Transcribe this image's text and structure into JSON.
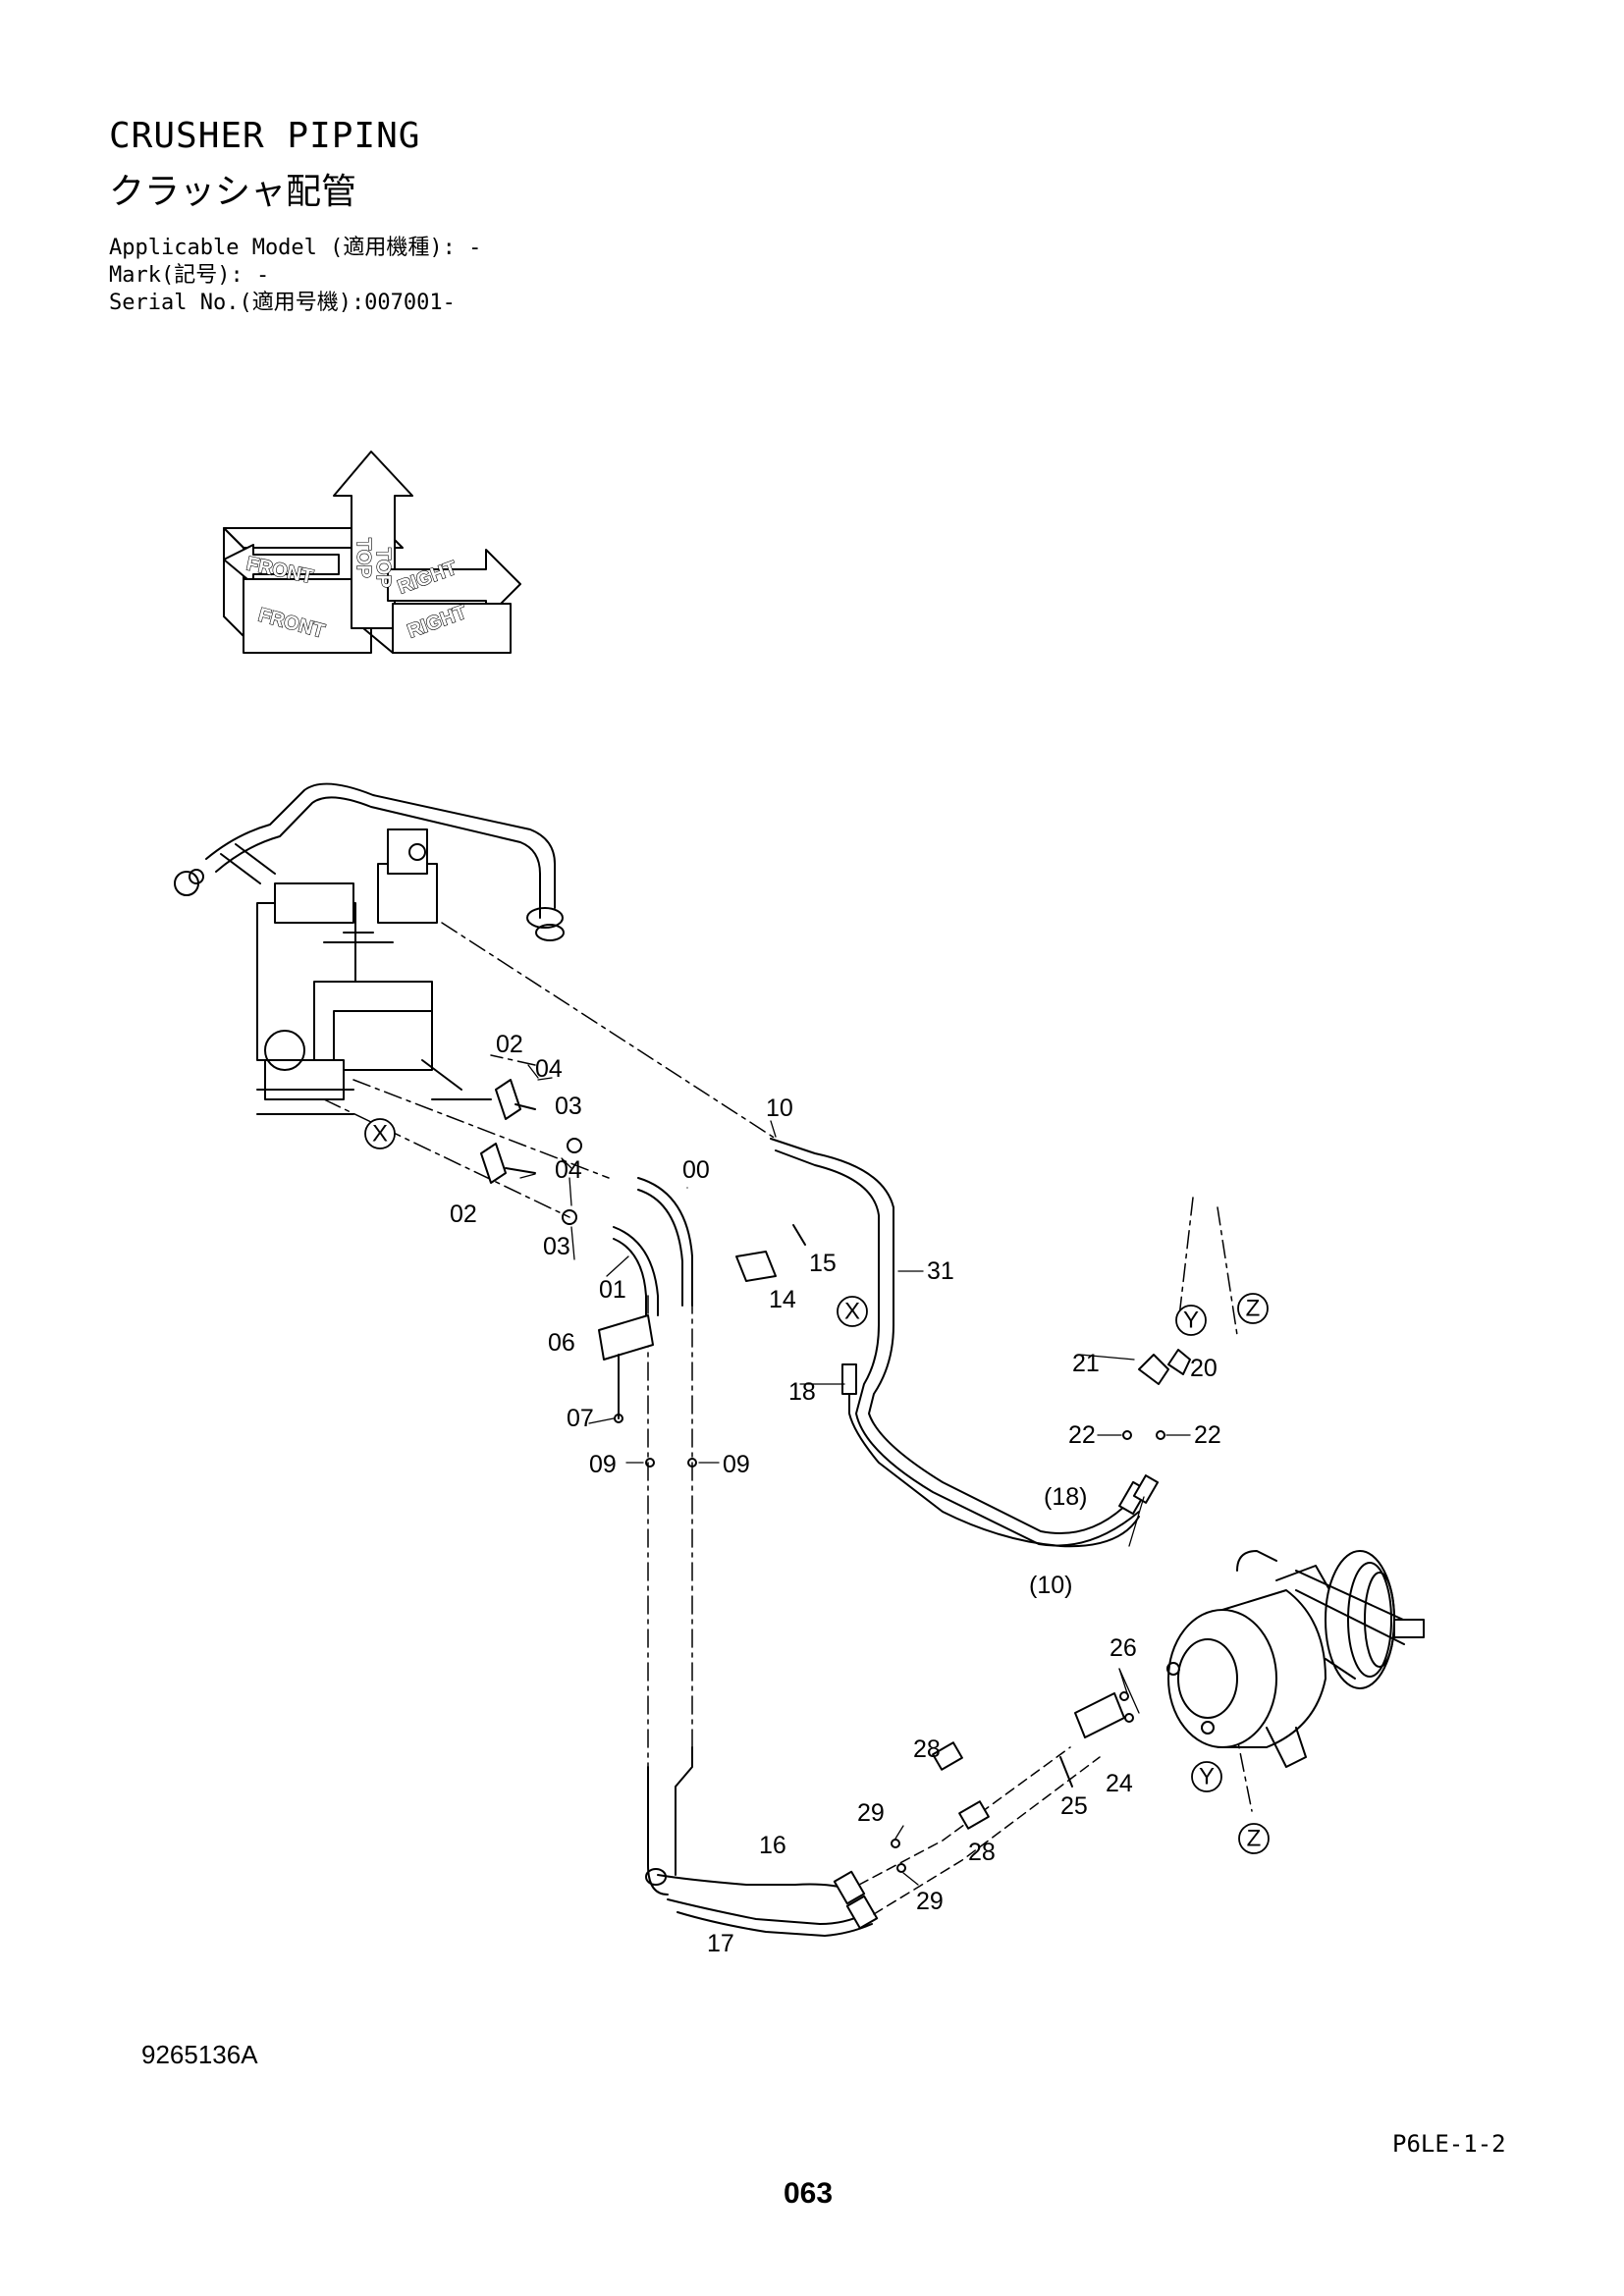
{
  "header": {
    "title_en": "CRUSHER PIPING",
    "title_jp": "クラッシャ配管",
    "applicable_model": "Applicable Model (適用機種): -",
    "mark": "Mark(記号): -",
    "serial_no": "Serial No.(適用号機):007001-"
  },
  "orientation": {
    "front": "FRONT",
    "top": "TOP",
    "right": "RIGHT"
  },
  "parts": {
    "p00": "00",
    "p01": "01",
    "p02": "02",
    "p03": "03",
    "p04": "04",
    "p06": "06",
    "p07": "07",
    "p09": "09",
    "p10": "10",
    "p14": "14",
    "p15": "15",
    "p16": "16",
    "p17": "17",
    "p18": "18",
    "p20": "20",
    "p21": "21",
    "p22": "22",
    "p24": "24",
    "p25": "25",
    "p26": "26",
    "p28": "28",
    "p29": "29",
    "p31": "31",
    "p18_ref": "(18)",
    "p10_ref": "(10)"
  },
  "connectors": {
    "x": "X",
    "y": "Y",
    "z": "Z"
  },
  "footer": {
    "doc_number": "9265136A",
    "page_code": "P6LE-1-2",
    "page_number": "063"
  }
}
